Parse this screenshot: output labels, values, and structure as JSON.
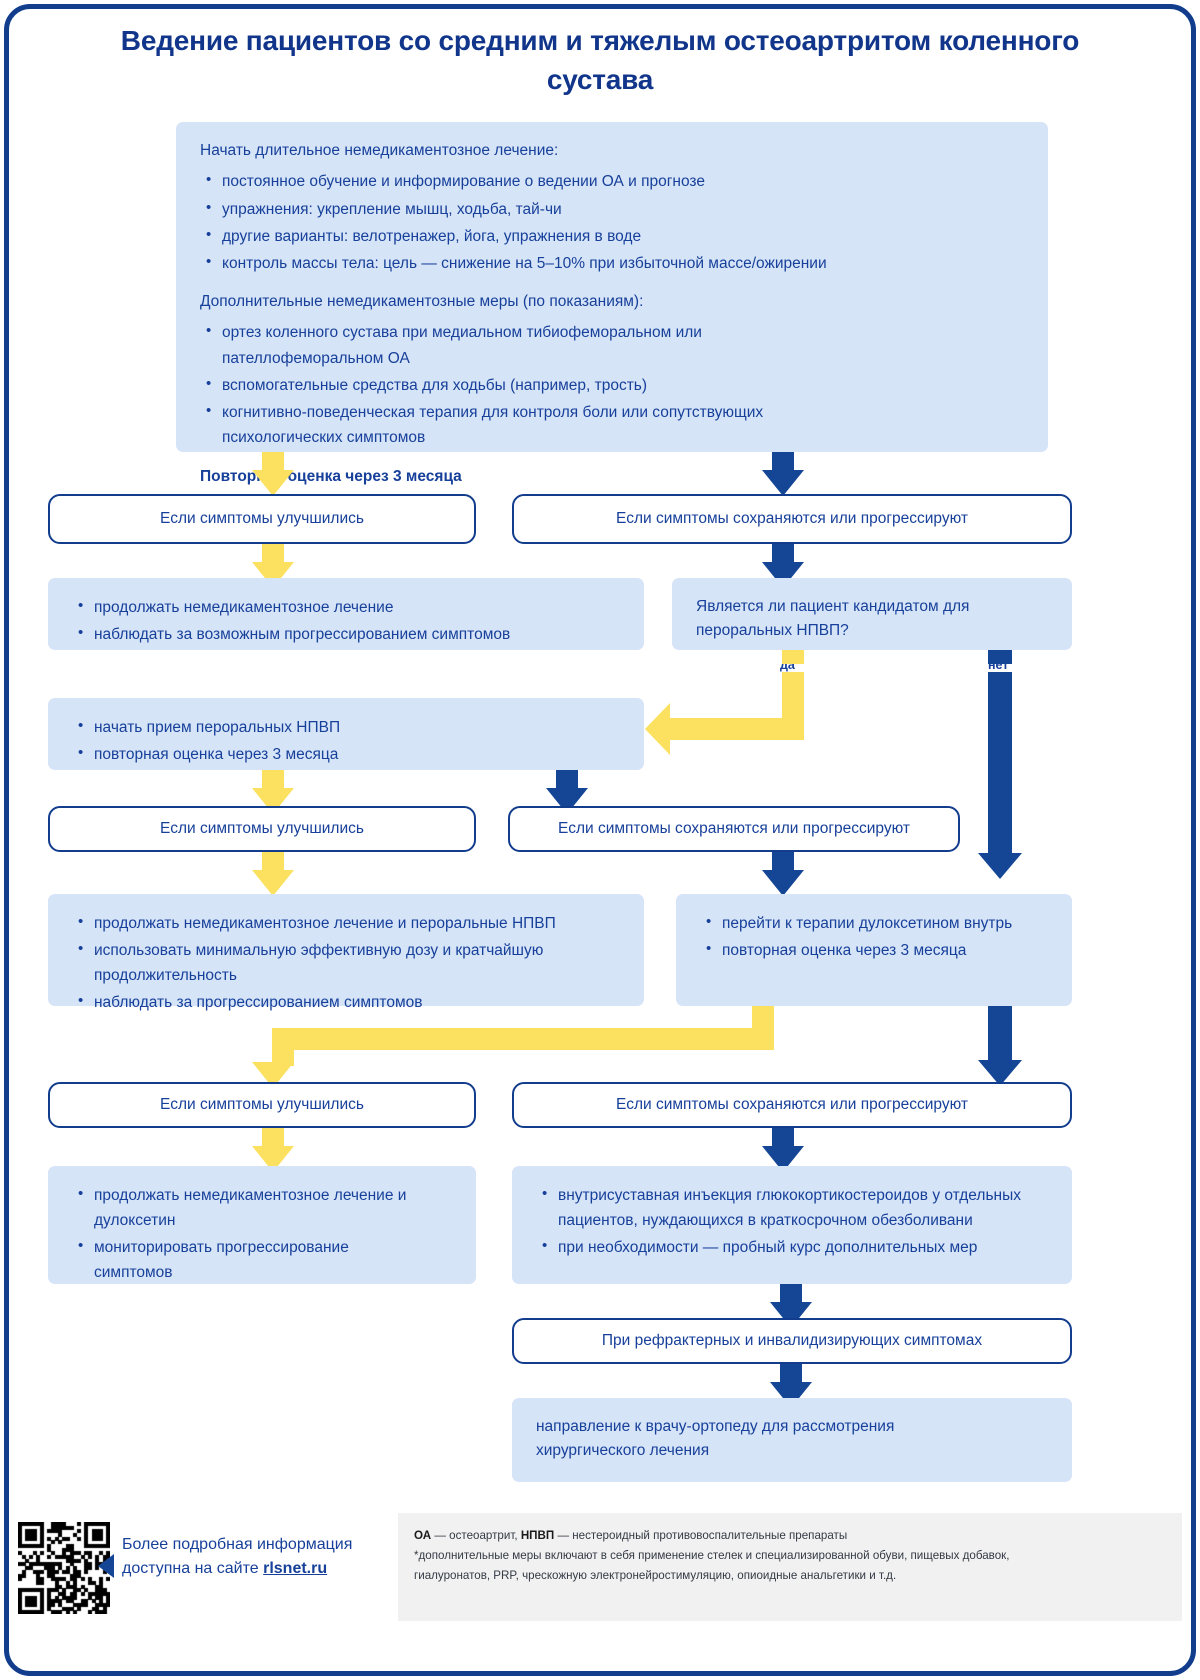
{
  "title": "Ведение пациентов со средним и тяжелым остеоартритом коленного сустава",
  "colors": {
    "frame": "#123c8c",
    "fill": "#d6e4f8",
    "text": "#17409a",
    "yellow_arrow": "#fbe15f",
    "blue_arrow": "#154696",
    "legend_bg": "#f1f1f1"
  },
  "nodes": {
    "start": {
      "lead1": "Начать длительное немедикаментозное лечение:",
      "bullets1": [
        "постоянное обучение и информирование о ведении ОА и прогнозе",
        "упражнения: укрепление мышц, ходьба, тай-чи",
        "другие варианты: велотренажер, йога, упражнения в воде",
        "контроль массы тела: цель — снижение на 5–10% при избыточной массе/ожирении"
      ],
      "lead2": "Дополнительные немедикаментозные меры (по показаниям):",
      "bullets2": [
        "ортез коленного сустава при медиальном тибиофеморальном или пателлофеморальном ОА",
        "вспомогательные средства для ходьбы (например, трость)",
        "когнитивно-поведенческая терапия для контроля боли или сопутствующих психологических симптомов"
      ],
      "footer": "Повторная оценка через 3 месяца"
    },
    "improved_1": "Если симптомы улучшились",
    "persist_1": "Если симптомы сохраняются или прогрессируют",
    "continue_nonpharm": [
      "продолжать немедикаментозное лечение",
      "наблюдать за возможным прогрессированием симптомов"
    ],
    "nsaid_question": "Является ли пациент кандидатом для пероральных НПВП?",
    "branch_yes": "да",
    "branch_no": "нет",
    "start_nsaid": [
      "начать прием пероральных НПВП",
      "повторная оценка через 3 месяца"
    ],
    "improved_2": "Если симптомы улучшились",
    "persist_2": "Если симптомы сохраняются или прогрессируют",
    "continue_nsaid": [
      "продолжать немедикаментозное лечение и пероральные НПВП",
      "использовать минимальную эффективную дозу и кратчайшую продолжительность",
      "наблюдать за прогрессированием симптомов"
    ],
    "duloxetine": [
      "перейти к терапии дулоксетином внутрь",
      "повторная оценка через 3 месяца"
    ],
    "improved_3": "Если симптомы улучшились",
    "persist_3": "Если симптомы сохраняются или прогрессируют",
    "continue_duloxetine": [
      "продолжать немедикаментозное лечение и дулоксетин",
      "мониторировать прогрессирование симптомов"
    ],
    "glucocorticoid": [
      "внутрисуставная инъекция глюкокортикостероидов у отдельных пациентов, нуждающихся в краткосрочном обезболивани",
      "при необходимости — пробный курс дополнительных мер"
    ],
    "refractory": "При рефрактерных и инвалидизирующих симптомах",
    "referral": "направление к врачу-ортопеду для рассмотрения хирургического лечения"
  },
  "footer": {
    "more_info_line1": "Более подробная информация",
    "more_info_line2_prefix": "доступна на сайте ",
    "more_info_link": "rlsnet.ru",
    "legend_line1_a": "ОА",
    "legend_line1_b": " — остеоартрит, ",
    "legend_line1_c": "НПВП",
    "legend_line1_d": " — нестероидный противовоспалительные препараты",
    "legend_line2": "*дополнительные меры включают в себя применение стелек и специализированной обуви, пищевых добавок,",
    "legend_line3": "гиалуронатов, PRP, чрескожную электронейростимуляцию, опиоидные анальгетики и т.д."
  }
}
